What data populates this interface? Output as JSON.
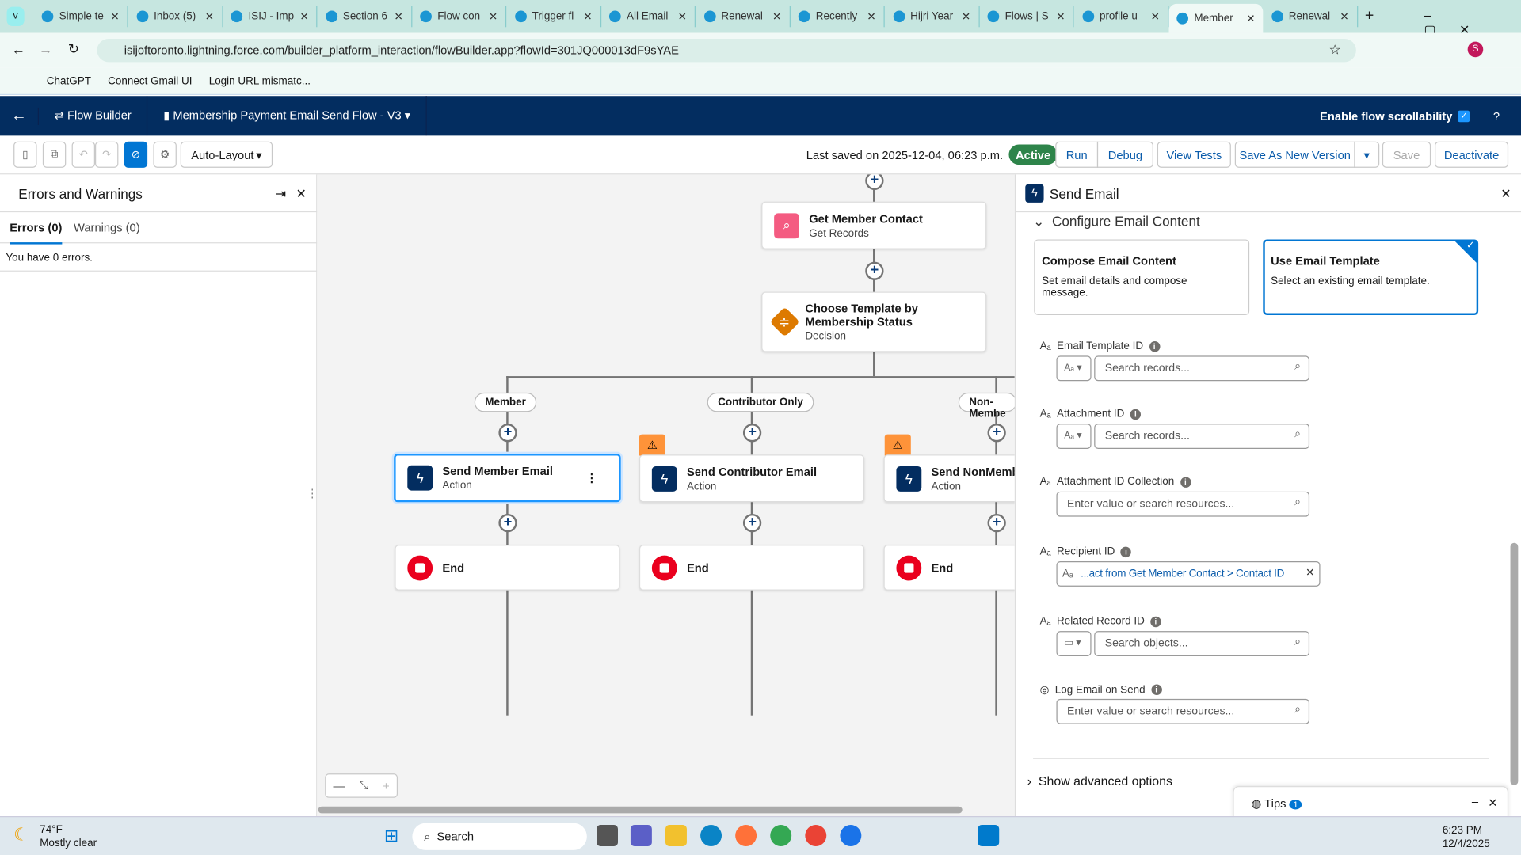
{
  "browser": {
    "tabs": [
      "Simple te",
      "Inbox (5)",
      "ISIJ - Imp",
      "Section 6",
      "Flow con",
      "Trigger fl",
      "All Email",
      "Renewal",
      "Recently",
      "Hijri Year",
      "Flows | S",
      "profile u",
      "Member",
      "Renewal"
    ],
    "active_tab": 12,
    "url": "isijoftoronto.lightning.force.com/builder_platform_interaction/flowBuilder.app?flowId=301JQ000013dF9sYAE",
    "bookmarks": [
      "ChatGPT",
      "Connect Gmail UI",
      "Login URL mismatc..."
    ]
  },
  "nav": {
    "app": "Flow Builder",
    "flow_name": "Membership Payment Email Send Flow - V3",
    "scroll_label": "Enable flow scrollability",
    "help": "?"
  },
  "toolbar": {
    "layout": "Auto-Layout",
    "last_saved": "Last saved on 2025-12-04, 06:23 p.m.",
    "status": "Active",
    "run": "Run",
    "debug": "Debug",
    "view_tests": "View Tests",
    "save_as": "Save As New Version",
    "save": "Save",
    "deactivate": "Deactivate"
  },
  "errors_panel": {
    "title": "Errors and Warnings",
    "tab_errors": "Errors (0)",
    "tab_warnings": "Warnings (0)",
    "message": "You have 0 errors."
  },
  "canvas": {
    "get_contact": {
      "title": "Get Member Contact",
      "type": "Get Records"
    },
    "decision": {
      "title": "Choose Template by Membership Status",
      "type": "Decision"
    },
    "branches": [
      "Member",
      "Contributor Only",
      "Non-Membe"
    ],
    "actions": [
      {
        "title": "Send Member Email",
        "type": "Action"
      },
      {
        "title": "Send Contributor Email",
        "type": "Action"
      },
      {
        "title": "Send NonMembe",
        "type": "Action"
      }
    ],
    "end": "End"
  },
  "panel": {
    "title": "Send Email",
    "section": "Configure Email Content",
    "option1": {
      "title": "Compose Email Content",
      "desc": "Set email details and compose message."
    },
    "option2": {
      "title": "Use Email Template",
      "desc": "Select an existing email template.",
      "selected": true
    },
    "fields": [
      {
        "label": "Email Template ID",
        "placeholder": "Search records..."
      },
      {
        "label": "Attachment ID",
        "placeholder": "Search records..."
      },
      {
        "label": "Attachment ID Collection",
        "placeholder": "Enter value or search resources..."
      },
      {
        "label": "Recipient ID",
        "value": "...act from Get Member Contact > Contact ID"
      },
      {
        "label": "Related Record ID",
        "placeholder": "Search objects..."
      },
      {
        "label": "Log Email on Send",
        "placeholder": "Enter value or search resources..."
      }
    ],
    "advanced": "Show advanced options",
    "tips": "Tips",
    "tips_count": "1"
  },
  "taskbar": {
    "weather_temp": "74°F",
    "weather_desc": "Mostly clear",
    "search": "Search",
    "time": "6:23 PM",
    "date": "12/4/2025"
  }
}
